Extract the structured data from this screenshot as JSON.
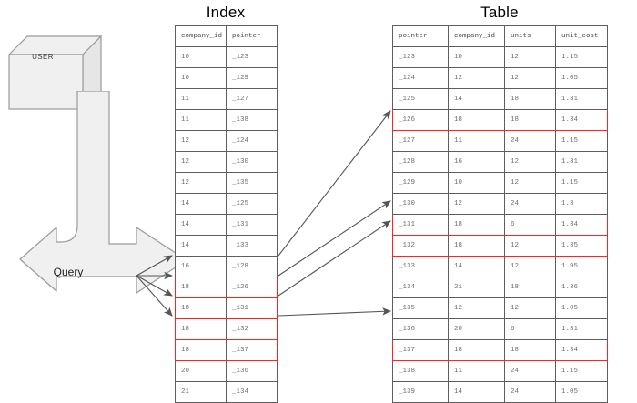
{
  "diagram": {
    "index_title": "Index",
    "table_title": "Table",
    "user_label": "USER",
    "query_label": "Query",
    "highlight_color": "#ff2222",
    "shape_fill": "#f0f0f0",
    "shape_stroke": "#9a9a9a",
    "grid_stroke": "#5e5e5e",
    "text_color": "#6d6d6d"
  },
  "index": {
    "columns": [
      "company_id",
      "pointer"
    ],
    "rows": [
      {
        "company_id": "10",
        "pointer": "_123",
        "highlight": false
      },
      {
        "company_id": "10",
        "pointer": "_129",
        "highlight": false
      },
      {
        "company_id": "11",
        "pointer": "_127",
        "highlight": false
      },
      {
        "company_id": "11",
        "pointer": "_138",
        "highlight": false
      },
      {
        "company_id": "12",
        "pointer": "_124",
        "highlight": false
      },
      {
        "company_id": "12",
        "pointer": "_130",
        "highlight": false
      },
      {
        "company_id": "12",
        "pointer": "_135",
        "highlight": false
      },
      {
        "company_id": "14",
        "pointer": "_125",
        "highlight": false
      },
      {
        "company_id": "14",
        "pointer": "_131",
        "highlight": false
      },
      {
        "company_id": "14",
        "pointer": "_133",
        "highlight": false
      },
      {
        "company_id": "16",
        "pointer": "_128",
        "highlight": false
      },
      {
        "company_id": "18",
        "pointer": "_126",
        "highlight": true
      },
      {
        "company_id": "18",
        "pointer": "_131",
        "highlight": true
      },
      {
        "company_id": "18",
        "pointer": "_132",
        "highlight": true
      },
      {
        "company_id": "18",
        "pointer": "_137",
        "highlight": true
      },
      {
        "company_id": "20",
        "pointer": "_136",
        "highlight": false
      },
      {
        "company_id": "21",
        "pointer": "_134",
        "highlight": false
      }
    ]
  },
  "table": {
    "columns": [
      "pointer",
      "company_id",
      "units",
      "unit_cost"
    ],
    "rows": [
      {
        "pointer": "_123",
        "company_id": "10",
        "units": "12",
        "unit_cost": "1.15",
        "highlight": false
      },
      {
        "pointer": "_124",
        "company_id": "12",
        "units": "12",
        "unit_cost": "1.05",
        "highlight": false
      },
      {
        "pointer": "_125",
        "company_id": "14",
        "units": "18",
        "unit_cost": "1.31",
        "highlight": false
      },
      {
        "pointer": "_126",
        "company_id": "18",
        "units": "18",
        "unit_cost": "1.34",
        "highlight": true
      },
      {
        "pointer": "_127",
        "company_id": "11",
        "units": "24",
        "unit_cost": "1.15",
        "highlight": false
      },
      {
        "pointer": "_128",
        "company_id": "16",
        "units": "12",
        "unit_cost": "1.31",
        "highlight": false
      },
      {
        "pointer": "_129",
        "company_id": "10",
        "units": "12",
        "unit_cost": "1.15",
        "highlight": false
      },
      {
        "pointer": "_130",
        "company_id": "12",
        "units": "24",
        "unit_cost": "1.3",
        "highlight": false
      },
      {
        "pointer": "_131",
        "company_id": "18",
        "units": "6",
        "unit_cost": "1.34",
        "highlight": true
      },
      {
        "pointer": "_132",
        "company_id": "18",
        "units": "12",
        "unit_cost": "1.35",
        "highlight": true
      },
      {
        "pointer": "_133",
        "company_id": "14",
        "units": "12",
        "unit_cost": "1.95",
        "highlight": false
      },
      {
        "pointer": "_134",
        "company_id": "21",
        "units": "18",
        "unit_cost": "1.36",
        "highlight": false
      },
      {
        "pointer": "_135",
        "company_id": "12",
        "units": "12",
        "unit_cost": "1.05",
        "highlight": false
      },
      {
        "pointer": "_136",
        "company_id": "20",
        "units": "6",
        "unit_cost": "1.31",
        "highlight": false
      },
      {
        "pointer": "_137",
        "company_id": "18",
        "units": "18",
        "unit_cost": "1.34",
        "highlight": true
      },
      {
        "pointer": "_138",
        "company_id": "11",
        "units": "24",
        "unit_cost": "1.15",
        "highlight": false
      },
      {
        "pointer": "_139",
        "company_id": "14",
        "units": "24",
        "unit_cost": "1.05",
        "highlight": false
      }
    ]
  }
}
